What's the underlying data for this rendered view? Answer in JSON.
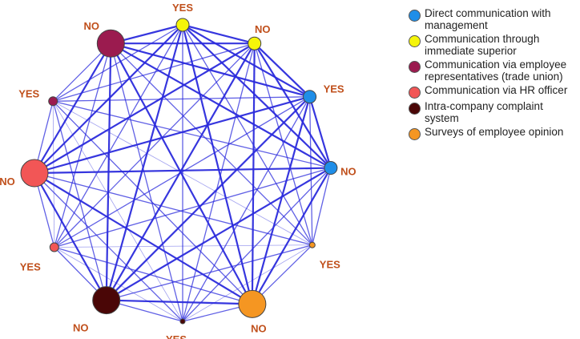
{
  "nodes": [
    {
      "id": "n1",
      "label": "YES",
      "category": 1,
      "size": "small"
    },
    {
      "id": "n2",
      "label": "NO",
      "category": 1,
      "size": "small"
    },
    {
      "id": "n3",
      "label": "YES",
      "category": 2,
      "size": "small"
    },
    {
      "id": "n4",
      "label": "NO",
      "category": 2,
      "size": "small"
    },
    {
      "id": "n5",
      "label": "YES",
      "category": 3,
      "size": "small"
    },
    {
      "id": "n6",
      "label": "NO",
      "category": 3,
      "size": "large"
    },
    {
      "id": "n7",
      "label": "YES",
      "category": 4,
      "size": "small"
    },
    {
      "id": "n8",
      "label": "NO",
      "category": 4,
      "size": "large"
    },
    {
      "id": "n9",
      "label": "YES",
      "category": 5,
      "size": "small"
    },
    {
      "id": "n10",
      "label": "NO",
      "category": 5,
      "size": "large"
    },
    {
      "id": "n11",
      "label": "YES",
      "category": 6,
      "size": "small"
    },
    {
      "id": "n12",
      "label": "NO",
      "category": 6,
      "size": "large"
    }
  ],
  "legend": [
    {
      "text": "Direct communication with management",
      "color": "#1f8ee8"
    },
    {
      "text": "Communication through immediate superior",
      "color": "#f5f50a"
    },
    {
      "text": "Communication via employee representatives (trade union)",
      "color": "#9b1b4f"
    },
    {
      "text": "Communication via HR officer",
      "color": "#f25656"
    },
    {
      "text": "Intra-company complaint system",
      "color": "#4a0606"
    },
    {
      "text": "Surveys of employee opinion",
      "color": "#f59622"
    }
  ],
  "edge_color": "#2b2bdc"
}
